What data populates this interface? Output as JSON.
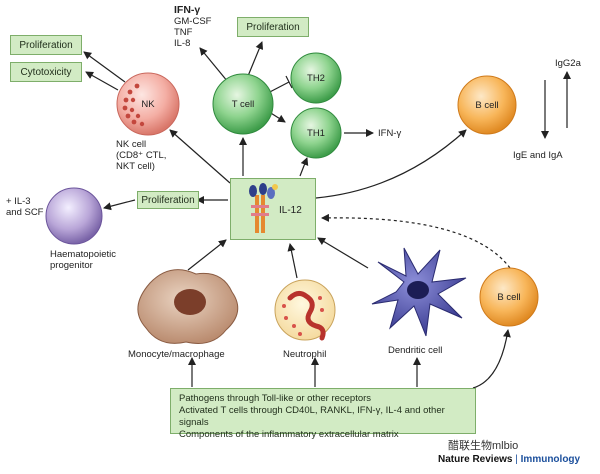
{
  "boxes": {
    "proliferation_nk": "Proliferation",
    "cytotoxicity": "Cytotoxicity",
    "proliferation_t": "Proliferation",
    "proliferation_left": "Proliferation"
  },
  "cytokines": {
    "ifn_gamma_bold": "IFN-γ",
    "gm_csf": "GM-CSF",
    "tnf": "TNF",
    "il8": "IL-8"
  },
  "cells": {
    "nk": "NK",
    "t_cell": "T cell",
    "th2": "TH2",
    "th1": "TH1",
    "b_cell_top": "B cell",
    "b_cell_right": "B cell"
  },
  "labels": {
    "nk_caption_1": "NK cell",
    "nk_caption_2": "(CD8⁺ CTL,",
    "nk_caption_3": "NKT cell)",
    "ifn_gamma_th1": "IFN-γ",
    "igg2a": "IgG2a",
    "ige_iga": "IgE and IgA",
    "il3": "+ IL-3",
    "scf": "and SCF",
    "haem_1": "Haematopoietic",
    "haem_2": "progenitor",
    "il12": "IL-12",
    "monocyte": "Monocyte/macrophage",
    "neutrophil": "Neutrophil",
    "dendritic": "Dendritic cell"
  },
  "bottom_box": {
    "line1": "Pathogens through Toll-like or other receptors",
    "line2": "Activated T cells through CD40L, RANKL, IFN-γ, IL-4 and other signals",
    "line3": "Components of the inflammatory extracellular matrix"
  },
  "footer": {
    "journal_bold": "Nature Reviews",
    "separator": "|",
    "journal_name": "Immunology"
  },
  "watermark": "醋联生物mlbio",
  "colors": {
    "green_box": "#d2ebc4",
    "green_cell": "#5dbb63",
    "nk_cell": "#f2a49a",
    "b_cell": "#f6a53c",
    "haem_cell": "#a893c6",
    "dendritic_cell": "#4a4ba6",
    "macrophage": "#b88a6a"
  }
}
